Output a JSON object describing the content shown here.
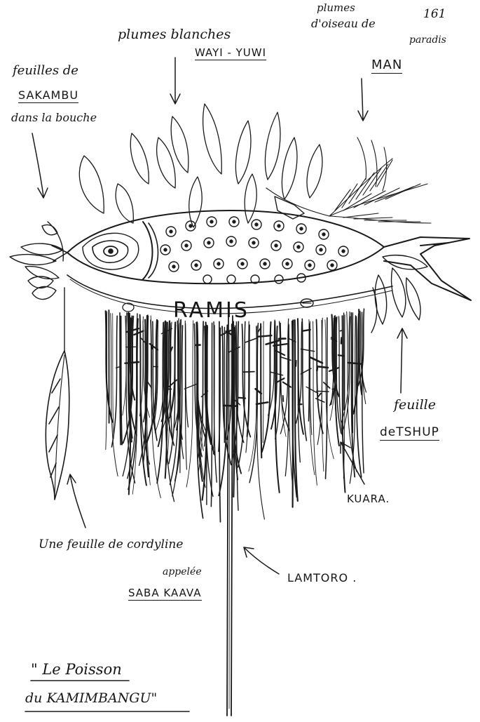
{
  "page_number": "161",
  "labels": {
    "plumes_blanches": "plumes blanches",
    "wayi_yuwi": "WAYI - YUWI",
    "plumes_man_line1": "plumes",
    "plumes_man_line2": "d'oiseau de",
    "plumes_man_line3": "paradis",
    "man": "MAN",
    "feuilles_de": "feuilles de",
    "sakambu": "SAKAMBU",
    "dans_la_bouche": "dans la bouche",
    "ramis": "RAMIS",
    "feuille": "feuille",
    "de_tshup": "deTSHUP",
    "kuara": "KUARA.",
    "cordyline": "Une feuille de cordyline",
    "appelee": "appelée",
    "saba_kaava": "SABA KAAVA",
    "lamtoro": "LAMTORO ."
  },
  "title": {
    "line1": "\" Le Poisson",
    "line2": "du KAMIMBANGU\""
  }
}
